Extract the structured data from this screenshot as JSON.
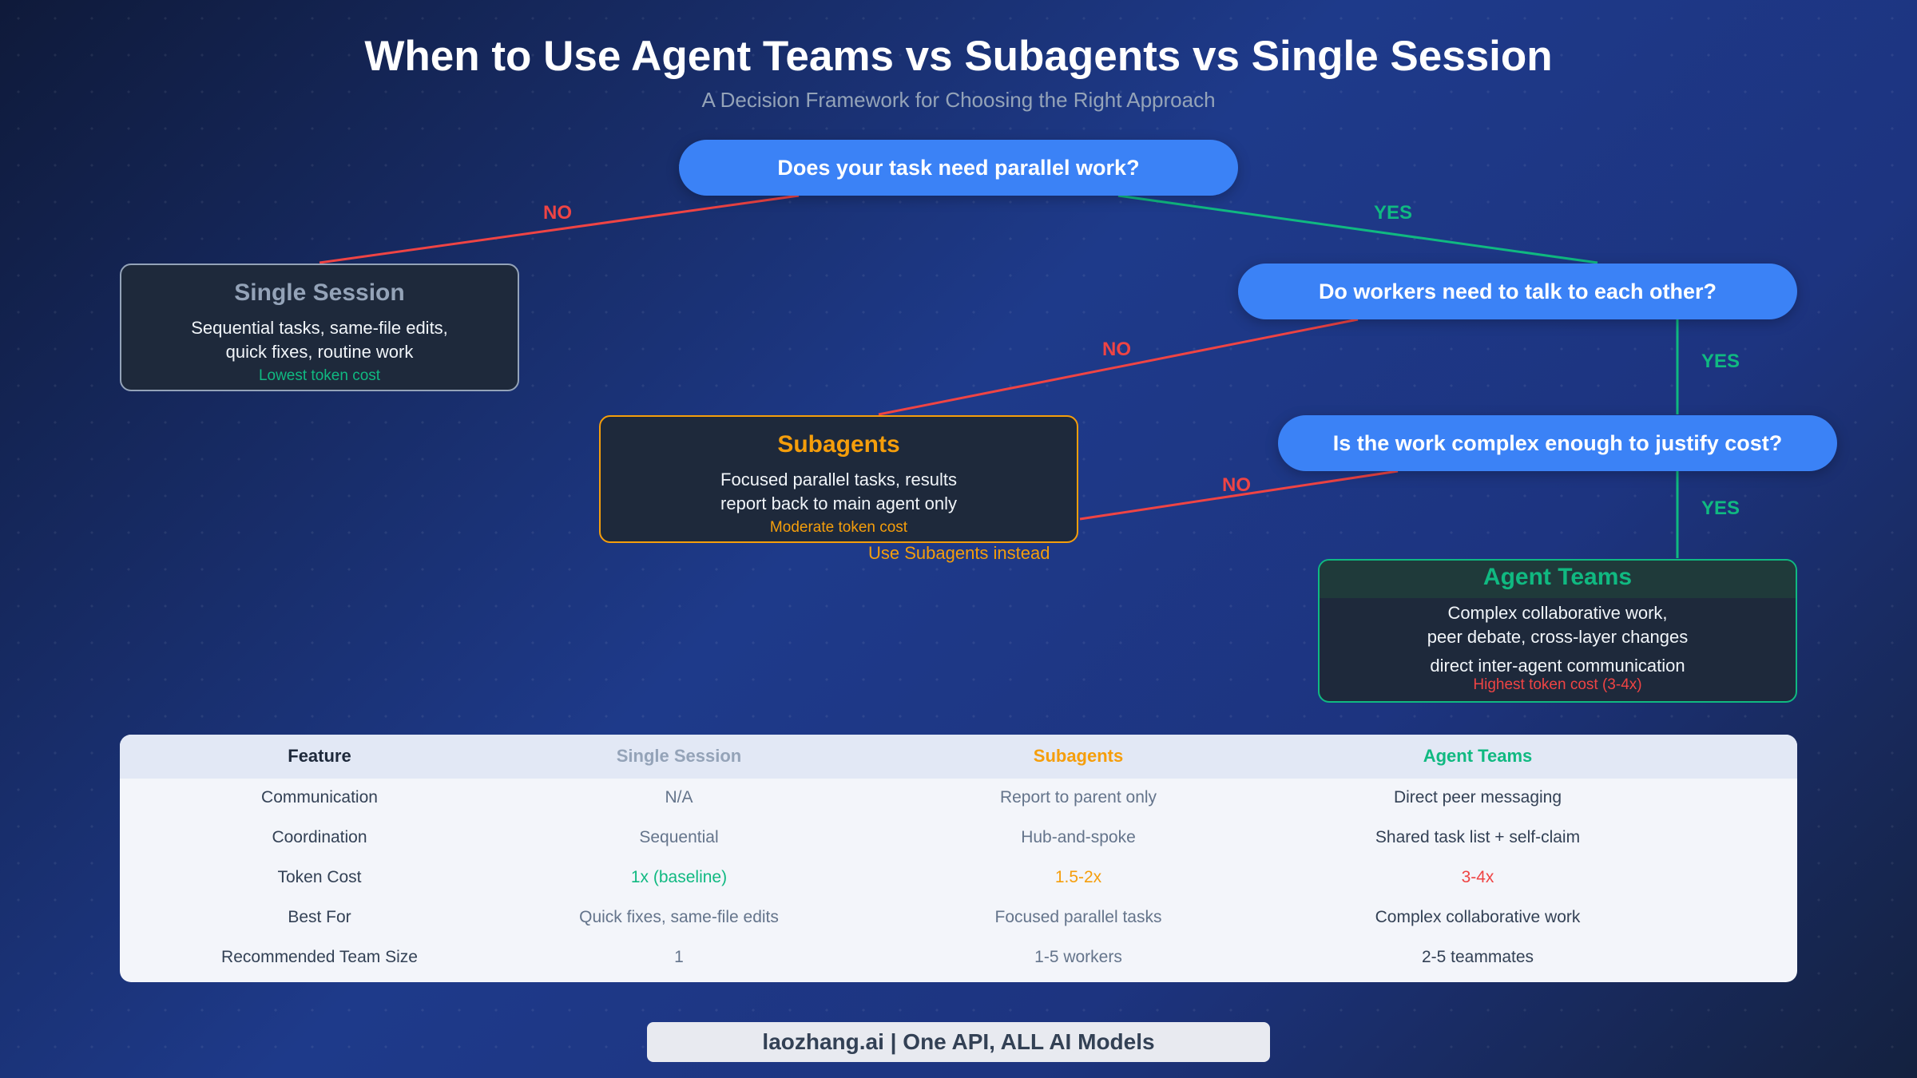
{
  "title": "When to Use Agent Teams vs Subagents vs Single Session",
  "subtitle": "A Decision Framework for Choosing the Right Approach",
  "colors": {
    "question": "#3b82f6",
    "no": "#ef4444",
    "yes": "#10b981",
    "single": "#94a3b8",
    "subagents": "#f59e0b",
    "teams": "#10b981"
  },
  "questions": {
    "q1": "Does your task need parallel work?",
    "q2": "Do workers need to talk to each other?",
    "q3": "Is the work complex enough to justify cost?"
  },
  "edge_labels": {
    "q1_no": "NO",
    "q1_yes": "YES",
    "q2_no": "NO",
    "q2_yes": "YES",
    "q3_no": "NO",
    "q3_yes": "YES"
  },
  "outcomes": {
    "single": {
      "title": "Single Session",
      "desc_line1": "Sequential tasks, same-file edits,",
      "desc_line2": "quick fixes, routine work",
      "cost": "Lowest token cost"
    },
    "subagents": {
      "title": "Subagents",
      "desc_line1": "Focused parallel tasks, results",
      "desc_line2": "report back to main agent only",
      "cost": "Moderate token cost",
      "note": "Use Subagents instead"
    },
    "teams": {
      "title": "Agent Teams",
      "desc_line1": "Complex collaborative work,",
      "desc_line2": "peer debate, cross-layer changes",
      "desc_line3": "direct inter-agent communication",
      "cost": "Highest token cost (3-4x)"
    }
  },
  "table": {
    "headers": [
      "Feature",
      "Single Session",
      "Subagents",
      "Agent Teams"
    ],
    "rows": [
      [
        "Communication",
        "N/A",
        "Report to parent only",
        "Direct peer messaging"
      ],
      [
        "Coordination",
        "Sequential",
        "Hub-and-spoke",
        "Shared task list + self-claim"
      ],
      [
        "Token Cost",
        "1x (baseline)",
        "1.5-2x",
        "3-4x"
      ],
      [
        "Best For",
        "Quick fixes, same-file edits",
        "Focused parallel tasks",
        "Complex collaborative work"
      ],
      [
        "Recommended Team Size",
        "1",
        "1-5 workers",
        "2-5 teammates"
      ]
    ]
  },
  "footer": "laozhang.ai | One API, ALL AI Models"
}
